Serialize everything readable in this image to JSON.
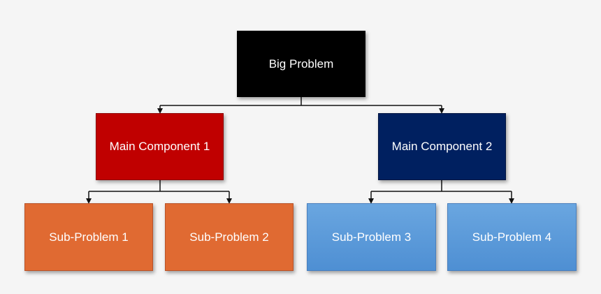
{
  "diagram": {
    "root": {
      "label": "Big Problem",
      "color": "#000000"
    },
    "components": [
      {
        "label": "Main Component 1",
        "color": "#c00000"
      },
      {
        "label": "Main Component 2",
        "color": "#002060"
      }
    ],
    "subproblems": [
      {
        "label": "Sub-Problem 1",
        "color": "#e06a32"
      },
      {
        "label": "Sub-Problem 2",
        "color": "#e06a32"
      },
      {
        "label": "Sub-Problem 3",
        "color": "#5b9bd5"
      },
      {
        "label": "Sub-Problem 4",
        "color": "#5b9bd5"
      }
    ],
    "edges": [
      [
        "Big Problem",
        "Main Component 1"
      ],
      [
        "Big Problem",
        "Main Component 2"
      ],
      [
        "Main Component 1",
        "Sub-Problem 1"
      ],
      [
        "Main Component 1",
        "Sub-Problem 2"
      ],
      [
        "Main Component 2",
        "Sub-Problem 3"
      ],
      [
        "Main Component 2",
        "Sub-Problem 4"
      ]
    ]
  }
}
